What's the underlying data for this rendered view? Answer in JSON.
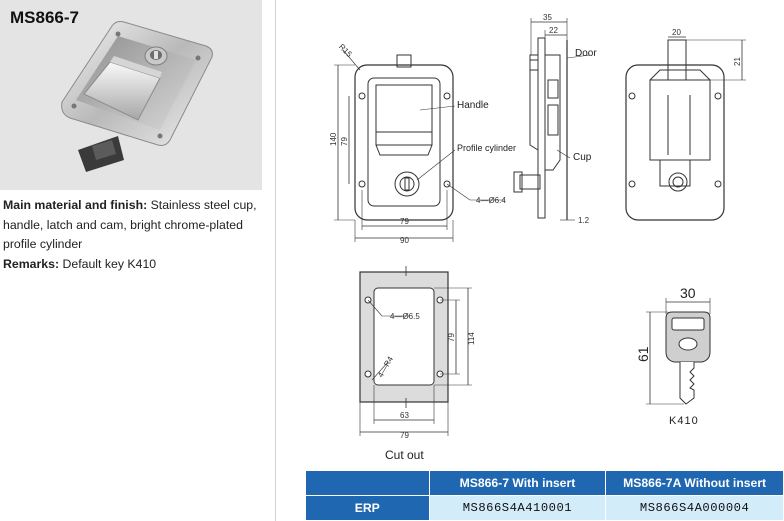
{
  "product": {
    "model": "MS866-7",
    "material_label": "Main material and finish:",
    "material_text": " Stainless steel cup, handle, latch and cam, bright chrome-plated profile cylinder",
    "remarks_label": "Remarks:",
    "remarks_text": " Default key K410"
  },
  "drawing": {
    "labels": {
      "handle": "Handle",
      "profile_cylinder": "Profile cylinder",
      "door": "Door",
      "cup": "Cup",
      "cut_out": "Cut out",
      "key": "K410"
    },
    "dims": {
      "r15": "R15",
      "d140": "140",
      "d79v": "79",
      "d79": "79",
      "d90": "90",
      "hole": "4—Ø6.4",
      "d35": "35",
      "d22": "22",
      "d1_2": "1.2",
      "d20": "20",
      "d21": "21",
      "cut_hole": "4—Ø6.5",
      "cut_r4": "4—R4",
      "cut_79v": "79",
      "cut_114": "114",
      "cut_63": "63",
      "cut_79": "79",
      "key_30": "30",
      "key_61": "61"
    }
  },
  "erp_table": {
    "columns": [
      "",
      "MS866-7 With insert",
      "MS866-7A Without insert"
    ],
    "rows": [
      {
        "label": "ERP",
        "values": [
          "MS866S4A410001",
          "MS866S4A000004"
        ]
      }
    ]
  }
}
